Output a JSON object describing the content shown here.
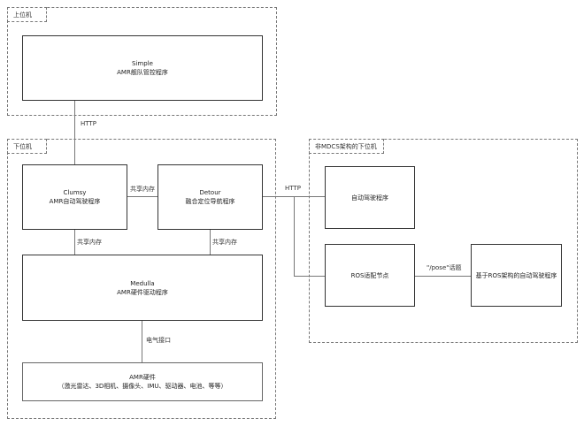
{
  "groups": {
    "upper": {
      "label": "上位机"
    },
    "lower": {
      "label": "下位机"
    },
    "non_mdcs": {
      "label": "非MDCS架构的下位机"
    }
  },
  "nodes": {
    "simple": {
      "title": "Simple",
      "subtitle": "AMR舰队管控程序"
    },
    "clumsy": {
      "title": "Clumsy",
      "subtitle": "AMR自动驾驶程序"
    },
    "detour": {
      "title": "Detour",
      "subtitle": "融合定位导航程序"
    },
    "medulla": {
      "title": "Medulla",
      "subtitle": "AMR硬件驱动程序"
    },
    "hardware": {
      "title": "AMR硬件",
      "subtitle": "（激光雷达、3D相机、摄像头、IMU、驱动器、电池、等等）"
    },
    "autodrive": {
      "title": "自动驾驶程序"
    },
    "ros_adapter": {
      "title": "ROS适配节点"
    },
    "ros_autodrive": {
      "title": "基于ROS架构的自动驾驶程序"
    }
  },
  "edges": {
    "simple_clumsy": {
      "label": "HTTP"
    },
    "clumsy_detour": {
      "label": "共享内存"
    },
    "clumsy_medulla": {
      "label": "共享内存"
    },
    "detour_medulla": {
      "label": "共享内存"
    },
    "medulla_hardware": {
      "label": "电气接口"
    },
    "detour_external": {
      "label": "HTTP"
    },
    "ros_topic": {
      "label": "\"/pose\"话题"
    }
  }
}
